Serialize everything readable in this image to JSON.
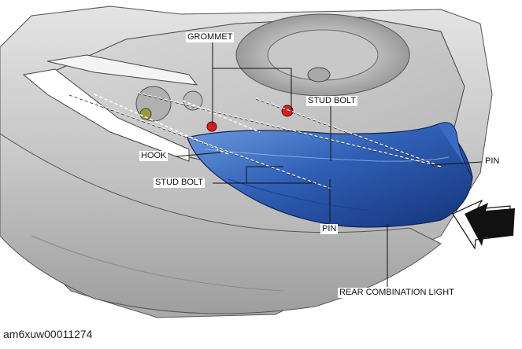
{
  "labels": {
    "grommet": "GROMMET",
    "stud_bolt_top": "STUD BOLT",
    "pin_right": "PIN",
    "hook": "HOOK",
    "stud_bolt_bottom": "STUD BOLT",
    "pin_bottom": "PIN",
    "rear_combination_light": "REAR COMBINATION LIGHT"
  },
  "caption": "am6xuw00011274",
  "colors": {
    "lamp_blue": "#2f5fb5",
    "grommet_red": "#d42020",
    "body_gray": "#c9c9c9"
  },
  "icons": [
    "direction-arrow-icon"
  ]
}
